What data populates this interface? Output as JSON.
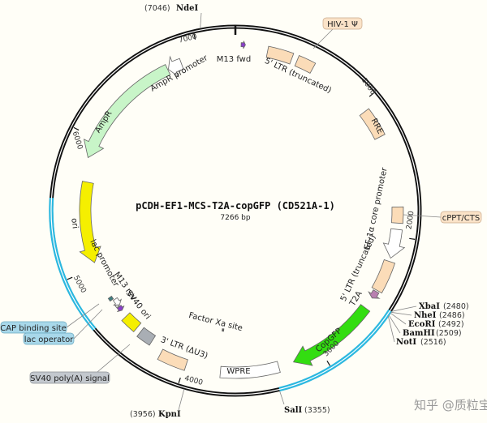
{
  "plasmid": {
    "name": "pCDH-EF1-MCS-T2A-copGFP (CD521A-1)",
    "length_label": "7266 bp",
    "length_bp": 7266,
    "backbone_color": "#111111",
    "highlight_color": "#2bb8e0",
    "highlight_regions": [
      [
        2480,
        3355
      ],
      [
        4640,
        5530
      ]
    ]
  },
  "ticks": [
    "1000",
    "2000",
    "3000",
    "4000",
    "5000",
    "6000",
    "7000"
  ],
  "sites": [
    {
      "name": "NdeI",
      "pos": "(7046)",
      "bp": 7046
    },
    {
      "name": "KpnI",
      "pos": "(3956)",
      "bp": 3956
    },
    {
      "name": "SalI",
      "pos": "(3355)",
      "bp": 3355
    },
    {
      "name": "XbaI",
      "pos": "(2480)",
      "bp": 2480
    },
    {
      "name": "NheI",
      "pos": "(2486)",
      "bp": 2486
    },
    {
      "name": "EcoRI",
      "pos": "(2492)",
      "bp": 2492
    },
    {
      "name": "BamHI",
      "pos": "(2509)",
      "bp": 2509
    },
    {
      "name": "NotI",
      "pos": "(2516)",
      "bp": 2516
    }
  ],
  "features": [
    {
      "label": "M13 fwd",
      "start": 40,
      "end": 70,
      "type": "arrow",
      "dir": 1,
      "color": "#8a3fc8"
    },
    {
      "label": "5' LTR (truncated)",
      "start": 230,
      "end": 410,
      "type": "box",
      "color": "#fbdcb8"
    },
    {
      "label": "HIV-1 Ψ",
      "start": 450,
      "end": 575,
      "type": "box",
      "color": "#fbdcb8"
    },
    {
      "label": "RRE",
      "start": 1060,
      "end": 1270,
      "type": "box",
      "color": "#fbdcb8"
    },
    {
      "label": "cPPT/CTS",
      "start": 1790,
      "end": 1905,
      "type": "box",
      "color": "#fbdcb8"
    },
    {
      "label": "EF-1α core promoter",
      "start": 1950,
      "end": 2160,
      "type": "arrow",
      "dir": 1,
      "color": "#ffffff"
    },
    {
      "label": "5' LTR (truncated)",
      "start": 2185,
      "end": 2410,
      "type": "box",
      "color": "#fbdcb8"
    },
    {
      "label": "T2A",
      "start": 2420,
      "end": 2475,
      "type": "arrow",
      "dir": 1,
      "color": "#b87fb0"
    },
    {
      "label": "CopGFP",
      "start": 2560,
      "end": 3210,
      "type": "arrow",
      "dir": 1,
      "color": "#33dd11"
    },
    {
      "label": "WPRE",
      "start": 3320,
      "end": 3740,
      "type": "box",
      "color": "#ffffff"
    },
    {
      "label": "Factor Xa site",
      "start": 3745,
      "end": 3760,
      "type": "box",
      "color": "#555555"
    },
    {
      "label": "3' LTR (ΔU3)",
      "start": 3990,
      "end": 4190,
      "type": "box",
      "color": "#fbdcb8"
    },
    {
      "label": "SV40 poly(A) signal",
      "start": 4290,
      "end": 4400,
      "type": "box",
      "color": "#a9aeb4"
    },
    {
      "label": "SV40 ori",
      "start": 4440,
      "end": 4560,
      "type": "box",
      "color": "#f5ef00"
    },
    {
      "label": "M13 rev",
      "start": 4615,
      "end": 4650,
      "type": "arrow",
      "dir": -1,
      "color": "#8a3fc8"
    },
    {
      "label": "lac operator",
      "start": 4655,
      "end": 4675,
      "type": "box",
      "color": "#dddddd"
    },
    {
      "label": "lac promoter",
      "start": 4660,
      "end": 4715,
      "type": "arrow",
      "dir": -1,
      "color": "#ffffff"
    },
    {
      "label": "CAP binding site",
      "start": 4725,
      "end": 4750,
      "type": "box",
      "color": "#3f7f80"
    },
    {
      "label": "ori",
      "start": 5040,
      "end": 5670,
      "type": "arrow",
      "dir": -1,
      "color": "#f5ef00"
    },
    {
      "label": "AmpR",
      "start": 5850,
      "end": 6750,
      "type": "arrow",
      "dir": -1,
      "color": "#c8f5c8"
    },
    {
      "label": "AmpR promoter",
      "start": 6755,
      "end": 6860,
      "type": "arrow",
      "dir": -1,
      "color": "#ffffff"
    }
  ],
  "callouts": {
    "hiv": "HIV-1 Ψ",
    "cppt": "cPPT/CTS",
    "cap": "CAP binding site",
    "lacop": "lac operator",
    "sv40pa": "SV40 poly(A) signal"
  },
  "callout_colors": {
    "peach": "#fbe3c8",
    "blue": "#a8d8ea",
    "gray": "#c3c8ce"
  },
  "watermark": "知乎 @质粒宝"
}
